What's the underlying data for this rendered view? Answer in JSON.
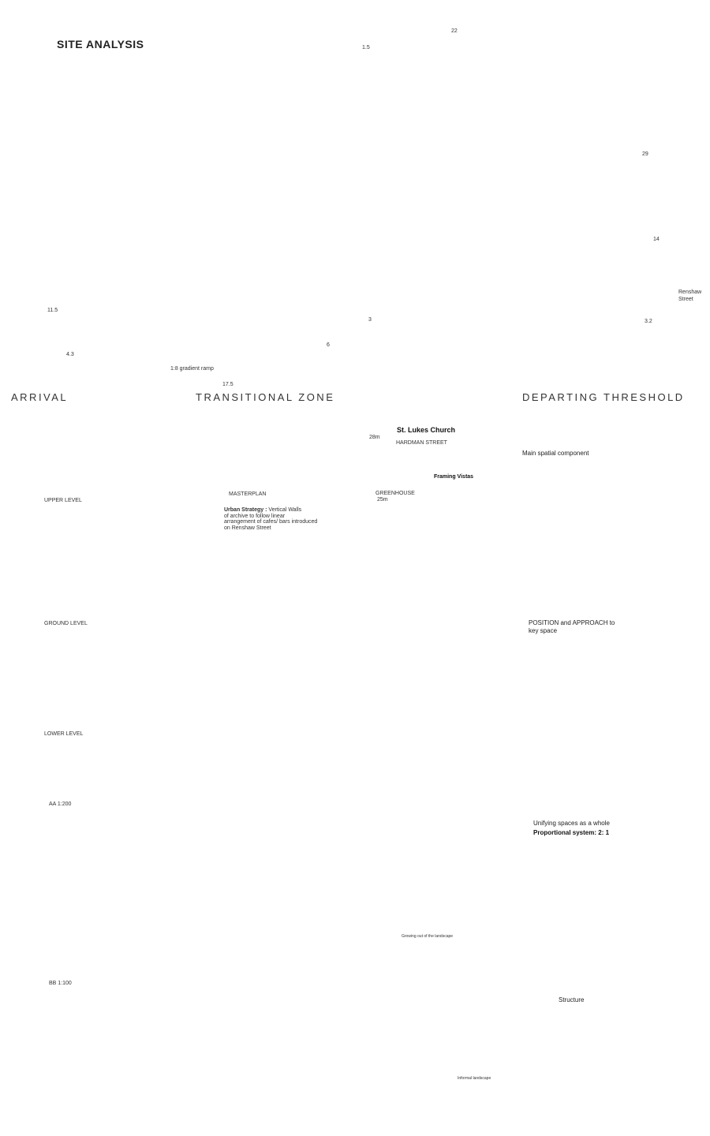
{
  "title": "SITE ANALYSIS",
  "zones": {
    "arrival": "ARRIVAL",
    "transitional": "TRANSITIONAL ZONE",
    "departing": "DEPARTING THRESHOLD"
  },
  "street": {
    "line1": "Renshaw",
    "line2": "Street"
  },
  "dimensions": {
    "top": "22",
    "window": "1.5",
    "height_right": "29",
    "wall": "14",
    "left_height": "11.5",
    "bottom_left": "4.3",
    "ramp": "17.5",
    "ramp_note": "1:8 gradient ramp",
    "depth": "6",
    "right_base": "3.2",
    "gate": "3"
  },
  "sections": {
    "upper": "UPPER LEVEL",
    "ground": "GROUND LEVEL",
    "lower": "LOWER LEVEL",
    "scale_aa": "AA 1:200",
    "scale_bb": "BB 1:100"
  },
  "masterplan": {
    "church": "St. Lukes Church",
    "church_h": "28m",
    "hardman": "HARDMAN STREET",
    "framing": "Framing Vistas",
    "label": "MASTERPLAN",
    "greenhouse": "GREENHOUSE",
    "greenhouse_h": "25m",
    "strategy_title": "Urban Strategy :",
    "strategy_text": [
      "Vertical Walls",
      "of archive to follow linear",
      "arrangement of cafes/ bars introduced",
      "on Renshaw Street"
    ]
  },
  "right_panels": {
    "main_spatial": "Main spatial component",
    "position1": "POSITION and APPROACH to",
    "position2": "key space",
    "unifying": "Unifying spaces as a whole",
    "proportional": "Proportional system: 2: 1",
    "structure": "Structure"
  },
  "captions": {
    "growing": "Growing out of the landscape",
    "informal": "Informal landscape"
  },
  "colors": {
    "ink": "#222222",
    "accent_red": "#8b2a2a",
    "tree_green": "#3f7a25"
  }
}
